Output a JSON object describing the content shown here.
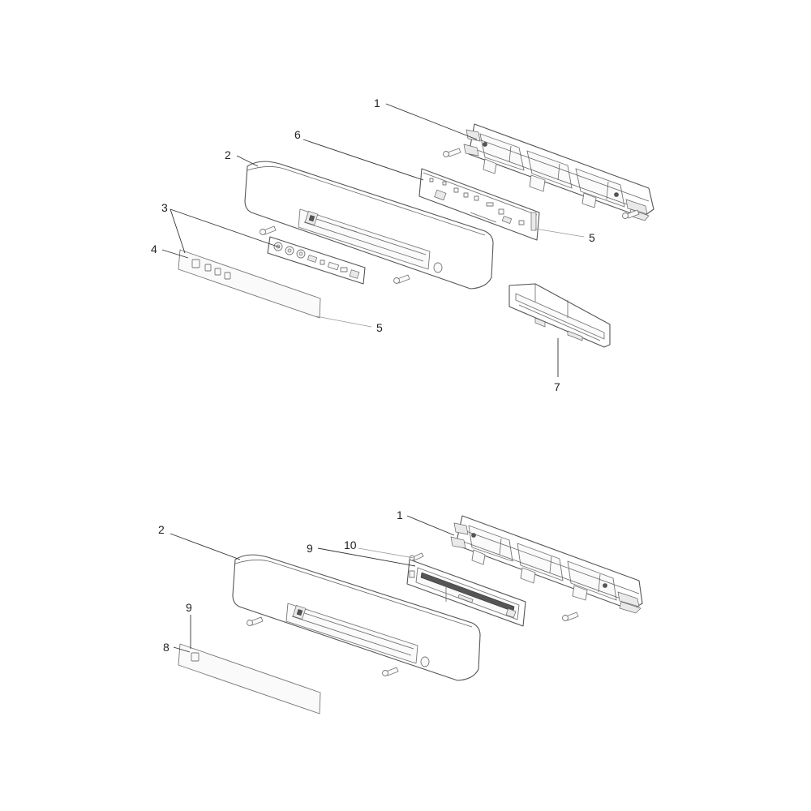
{
  "callouts": {
    "top_1": "1",
    "top_2": "2",
    "top_3": "3",
    "top_4": "4",
    "top_5a": "5",
    "top_5b": "5",
    "top_6": "6",
    "top_7": "7",
    "bottom_1": "1",
    "bottom_2": "2",
    "bottom_8": "8",
    "bottom_9a": "9",
    "bottom_9b": "9",
    "bottom_10": "10"
  }
}
